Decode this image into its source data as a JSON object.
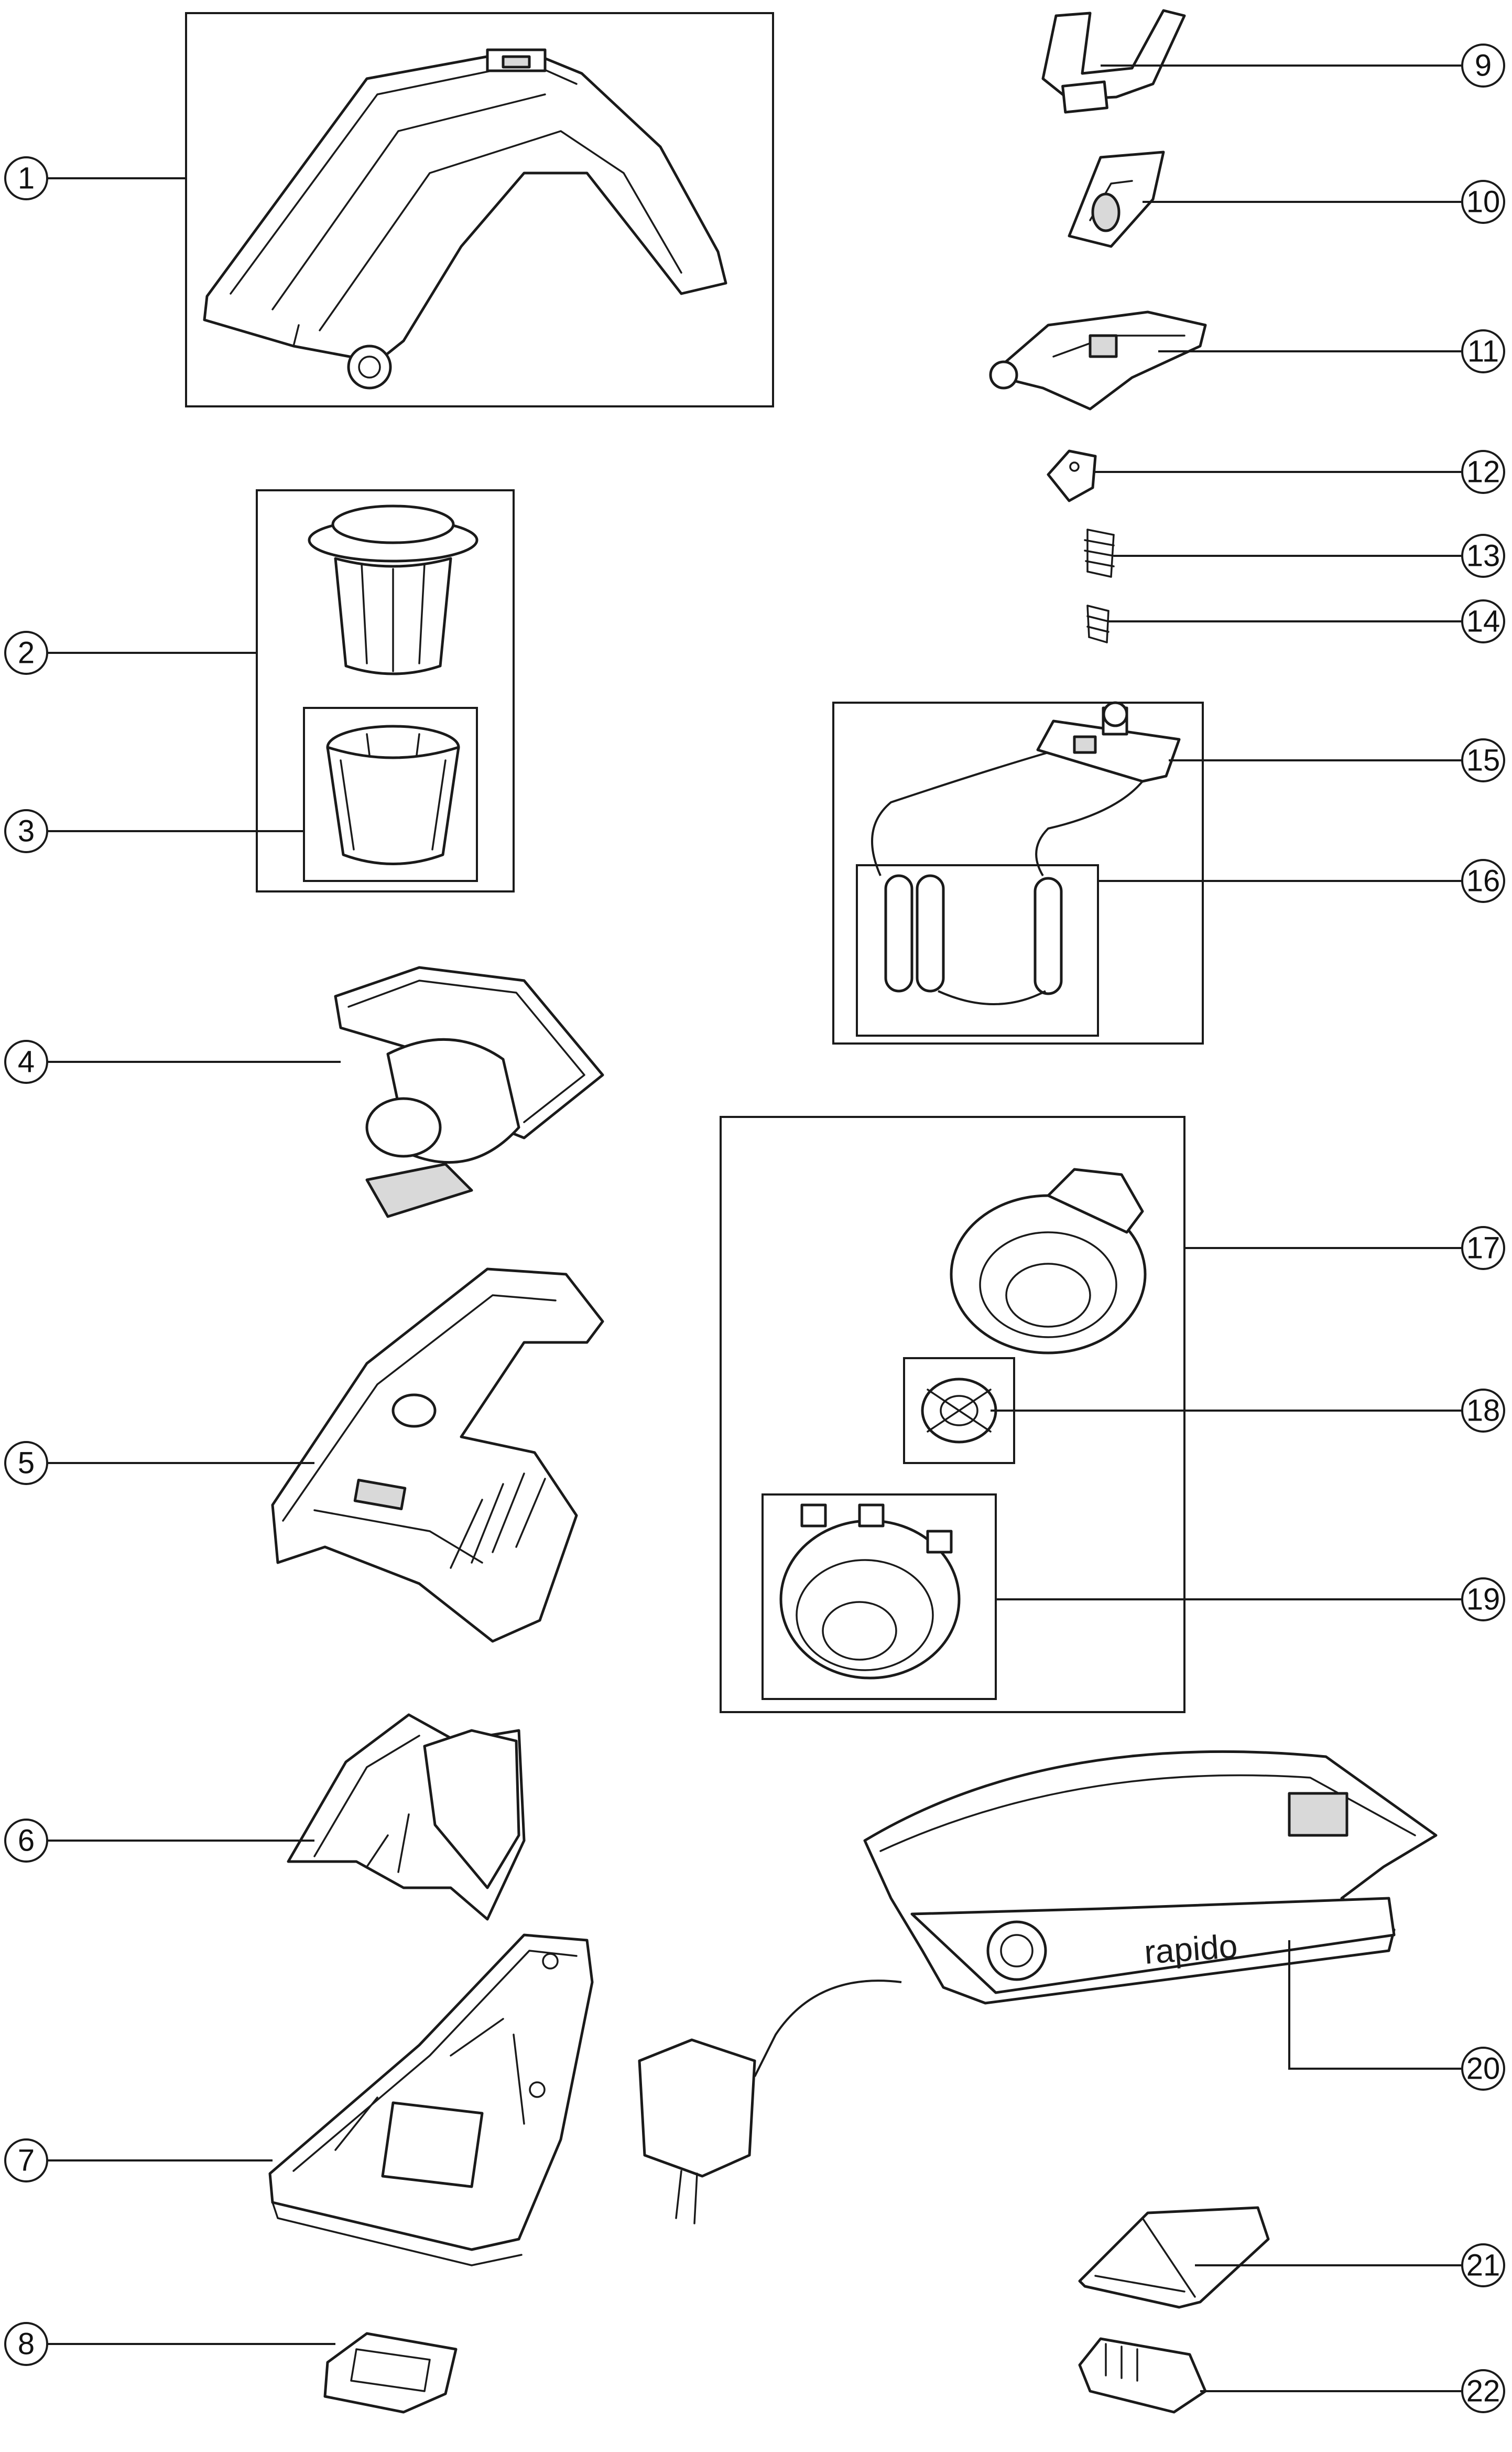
{
  "diagram": {
    "callouts": [
      {
        "id": "1",
        "label": "1"
      },
      {
        "id": "2",
        "label": "2"
      },
      {
        "id": "3",
        "label": "3"
      },
      {
        "id": "4",
        "label": "4"
      },
      {
        "id": "5",
        "label": "5"
      },
      {
        "id": "6",
        "label": "6"
      },
      {
        "id": "7",
        "label": "7"
      },
      {
        "id": "8",
        "label": "8"
      },
      {
        "id": "9",
        "label": "9"
      },
      {
        "id": "10",
        "label": "10"
      },
      {
        "id": "11",
        "label": "11"
      },
      {
        "id": "12",
        "label": "12"
      },
      {
        "id": "13",
        "label": "13"
      },
      {
        "id": "14",
        "label": "14"
      },
      {
        "id": "15",
        "label": "15"
      },
      {
        "id": "16",
        "label": "16"
      },
      {
        "id": "17",
        "label": "17"
      },
      {
        "id": "18",
        "label": "18"
      },
      {
        "id": "19",
        "label": "19"
      },
      {
        "id": "20",
        "label": "20"
      },
      {
        "id": "21",
        "label": "21"
      },
      {
        "id": "22",
        "label": "22"
      }
    ],
    "brand_label": "rapido"
  }
}
